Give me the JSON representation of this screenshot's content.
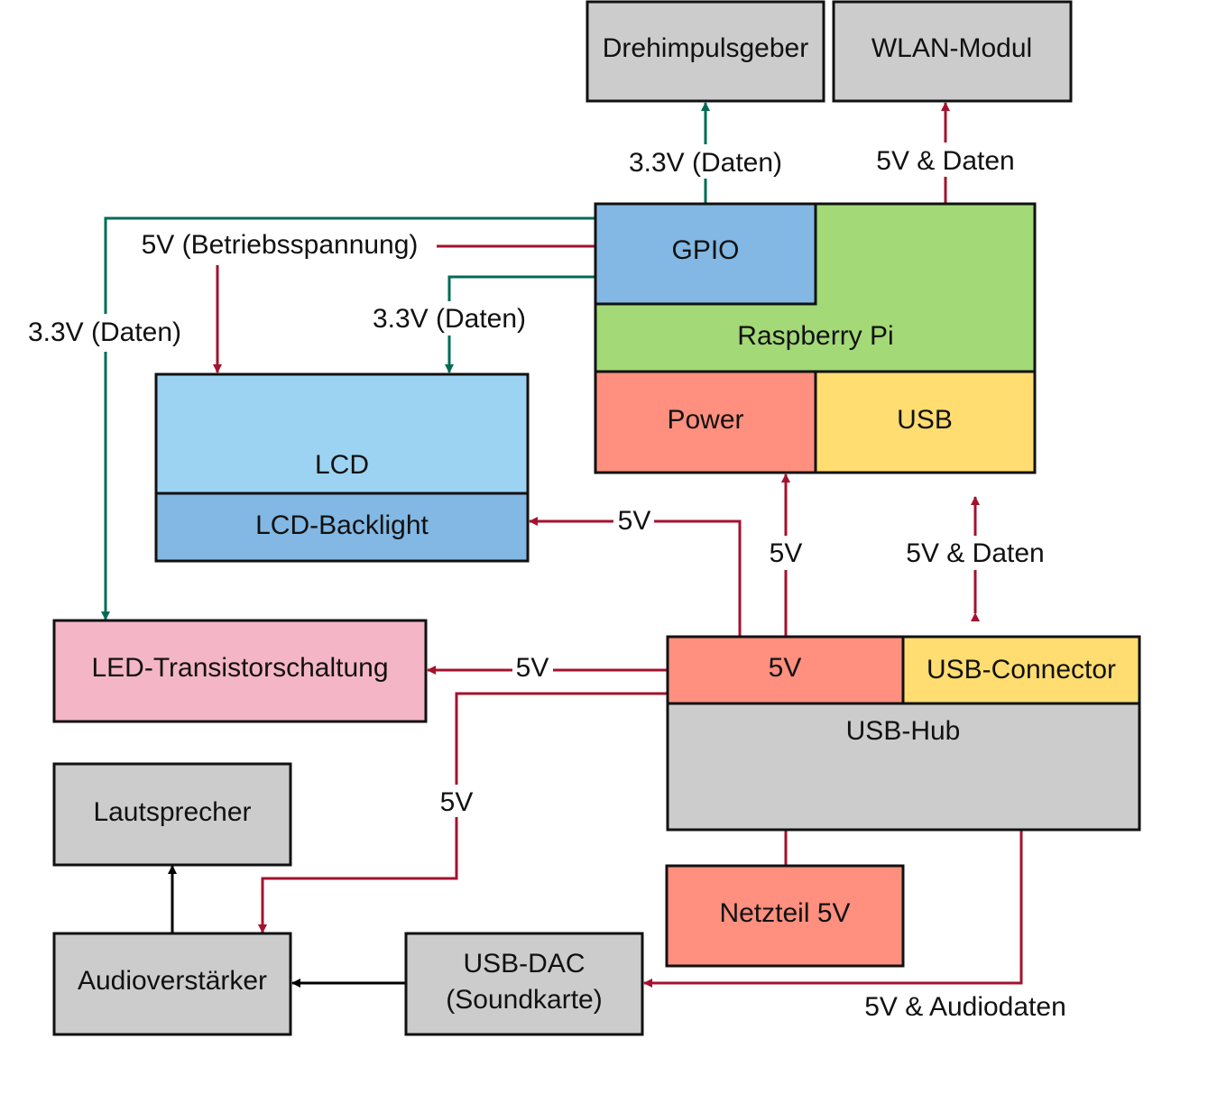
{
  "colors": {
    "red": "#a3122e",
    "green": "#006b55",
    "black": "#000000",
    "gray": "#cccccc",
    "green_pi": "#a3d977",
    "blue_gpio": "#82b8e3",
    "blue_lcd": "#9dd3f2",
    "salmon": "#ff8f7e",
    "yellow": "#ffdd70",
    "pink": "#f4b6c6"
  },
  "boxes": {
    "drehimpulsgeber": "Drehimpulsgeber",
    "wlan": "WLAN-Modul",
    "gpio": "GPIO",
    "raspberry_pi": "Raspberry Pi",
    "power": "Power",
    "usb": "USB",
    "lcd": "LCD",
    "lcd_backlight": "LCD-Backlight",
    "led": "LED-Transistorschaltung",
    "hub_5v": "5V",
    "usb_connector": "USB-Connector",
    "usb_hub": "USB-Hub",
    "lautsprecher": "Lautsprecher",
    "netzteil": "Netzteil 5V",
    "audioverstaerker": "Audioverstärker",
    "usb_dac_line1": "USB-DAC",
    "usb_dac_line2": "(Soundkarte)"
  },
  "labels": {
    "gpio_drehimpuls": "3.3V (Daten)",
    "usb_wlan": "5V & Daten",
    "betriebsspannung": "5V (Betriebsspannung)",
    "lcd_daten": "3.3V (Daten)",
    "led_daten": "3.3V (Daten)",
    "backlight_5v": "5V",
    "power_5v": "5V",
    "usb_daten": "5V & Daten",
    "led_5v": "5V",
    "audio_5v": "5V",
    "audiodaten": "5V & Audiodaten"
  }
}
